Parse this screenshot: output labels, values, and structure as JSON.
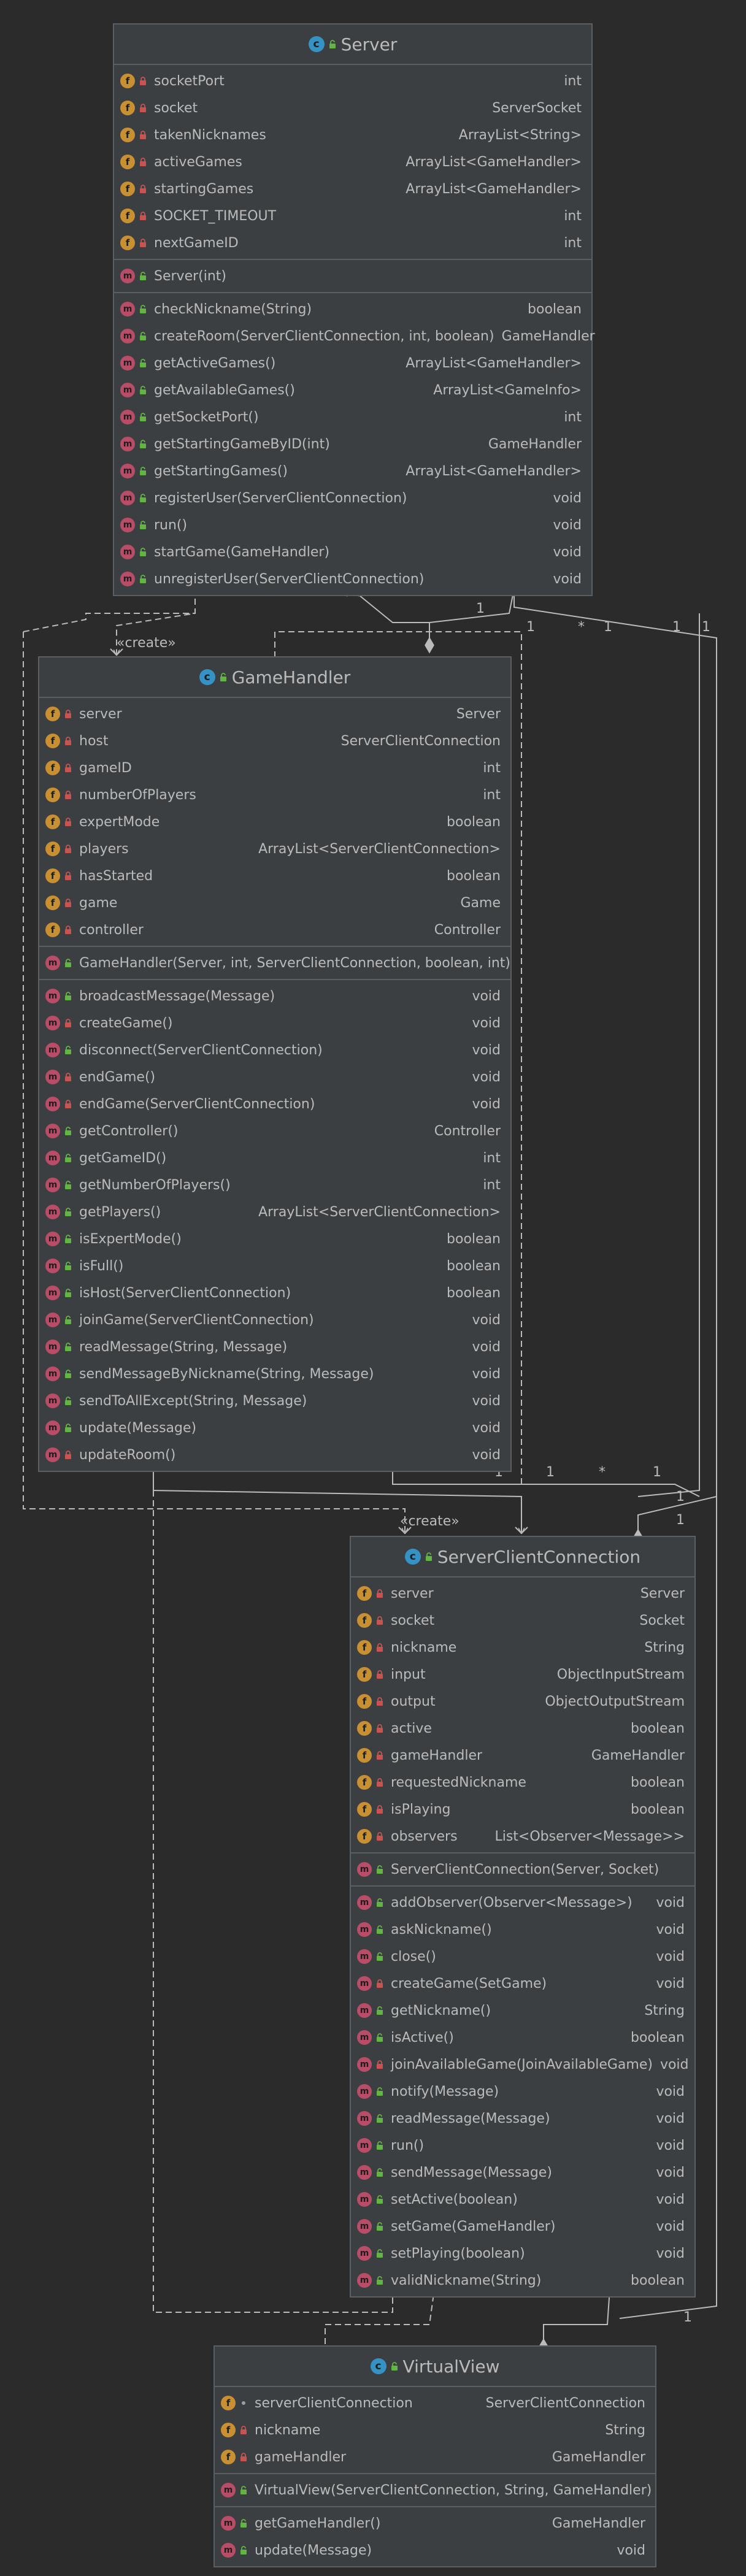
{
  "classes": [
    {
      "title": "Server",
      "fields": [
        {
          "name": "socketPort",
          "type": "int",
          "vis": "private"
        },
        {
          "name": "socket",
          "type": "ServerSocket",
          "vis": "private"
        },
        {
          "name": "takenNicknames",
          "type": "ArrayList<String>",
          "vis": "private"
        },
        {
          "name": "activeGames",
          "type": "ArrayList<GameHandler>",
          "vis": "private"
        },
        {
          "name": "startingGames",
          "type": "ArrayList<GameHandler>",
          "vis": "private"
        },
        {
          "name": "SOCKET_TIMEOUT",
          "type": "int",
          "vis": "private"
        },
        {
          "name": "nextGameID",
          "type": "int",
          "vis": "private"
        }
      ],
      "constructors": [
        {
          "name": "Server(int)",
          "type": "",
          "vis": "public"
        }
      ],
      "methods": [
        {
          "name": "checkNickname(String)",
          "type": "boolean",
          "vis": "public"
        },
        {
          "name": "createRoom(ServerClientConnection, int, boolean)",
          "type": "GameHandler",
          "vis": "public"
        },
        {
          "name": "getActiveGames()",
          "type": "ArrayList<GameHandler>",
          "vis": "public"
        },
        {
          "name": "getAvailableGames()",
          "type": "ArrayList<GameInfo>",
          "vis": "public"
        },
        {
          "name": "getSocketPort()",
          "type": "int",
          "vis": "public"
        },
        {
          "name": "getStartingGameByID(int)",
          "type": "GameHandler",
          "vis": "public"
        },
        {
          "name": "getStartingGames()",
          "type": "ArrayList<GameHandler>",
          "vis": "public"
        },
        {
          "name": "registerUser(ServerClientConnection)",
          "type": "void",
          "vis": "public"
        },
        {
          "name": "run()",
          "type": "void",
          "vis": "public"
        },
        {
          "name": "startGame(GameHandler)",
          "type": "void",
          "vis": "public"
        },
        {
          "name": "unregisterUser(ServerClientConnection)",
          "type": "void",
          "vis": "public"
        }
      ]
    },
    {
      "title": "GameHandler",
      "fields": [
        {
          "name": "server",
          "type": "Server",
          "vis": "private"
        },
        {
          "name": "host",
          "type": "ServerClientConnection",
          "vis": "private"
        },
        {
          "name": "gameID",
          "type": "int",
          "vis": "private"
        },
        {
          "name": "numberOfPlayers",
          "type": "int",
          "vis": "private"
        },
        {
          "name": "expertMode",
          "type": "boolean",
          "vis": "private"
        },
        {
          "name": "players",
          "type": "ArrayList<ServerClientConnection>",
          "vis": "private"
        },
        {
          "name": "hasStarted",
          "type": "boolean",
          "vis": "private"
        },
        {
          "name": "game",
          "type": "Game",
          "vis": "private"
        },
        {
          "name": "controller",
          "type": "Controller",
          "vis": "private"
        }
      ],
      "constructors": [
        {
          "name": "GameHandler(Server, int, ServerClientConnection, boolean, int)",
          "type": "",
          "vis": "public"
        }
      ],
      "methods": [
        {
          "name": "broadcastMessage(Message)",
          "type": "void",
          "vis": "public"
        },
        {
          "name": "createGame()",
          "type": "void",
          "vis": "private"
        },
        {
          "name": "disconnect(ServerClientConnection)",
          "type": "void",
          "vis": "public"
        },
        {
          "name": "endGame()",
          "type": "void",
          "vis": "private"
        },
        {
          "name": "endGame(ServerClientConnection)",
          "type": "void",
          "vis": "private"
        },
        {
          "name": "getController()",
          "type": "Controller",
          "vis": "public"
        },
        {
          "name": "getGameID()",
          "type": "int",
          "vis": "public"
        },
        {
          "name": "getNumberOfPlayers()",
          "type": "int",
          "vis": "public"
        },
        {
          "name": "getPlayers()",
          "type": "ArrayList<ServerClientConnection>",
          "vis": "public"
        },
        {
          "name": "isExpertMode()",
          "type": "boolean",
          "vis": "public"
        },
        {
          "name": "isFull()",
          "type": "boolean",
          "vis": "public"
        },
        {
          "name": "isHost(ServerClientConnection)",
          "type": "boolean",
          "vis": "public"
        },
        {
          "name": "joinGame(ServerClientConnection)",
          "type": "void",
          "vis": "public"
        },
        {
          "name": "readMessage(String, Message)",
          "type": "void",
          "vis": "public"
        },
        {
          "name": "sendMessageByNickname(String, Message)",
          "type": "void",
          "vis": "public"
        },
        {
          "name": "sendToAllExcept(String, Message)",
          "type": "void",
          "vis": "public"
        },
        {
          "name": "update(Message)",
          "type": "void",
          "vis": "public"
        },
        {
          "name": "updateRoom()",
          "type": "void",
          "vis": "private"
        }
      ]
    },
    {
      "title": "ServerClientConnection",
      "fields": [
        {
          "name": "server",
          "type": "Server",
          "vis": "private"
        },
        {
          "name": "socket",
          "type": "Socket",
          "vis": "private"
        },
        {
          "name": "nickname",
          "type": "String",
          "vis": "private"
        },
        {
          "name": "input",
          "type": "ObjectInputStream",
          "vis": "private"
        },
        {
          "name": "output",
          "type": "ObjectOutputStream",
          "vis": "private"
        },
        {
          "name": "active",
          "type": "boolean",
          "vis": "private"
        },
        {
          "name": "gameHandler",
          "type": "GameHandler",
          "vis": "private"
        },
        {
          "name": "requestedNickname",
          "type": "boolean",
          "vis": "private"
        },
        {
          "name": "isPlaying",
          "type": "boolean",
          "vis": "private"
        },
        {
          "name": "observers",
          "type": "List<Observer<Message>>",
          "vis": "private"
        }
      ],
      "constructors": [
        {
          "name": "ServerClientConnection(Server, Socket)",
          "type": "",
          "vis": "public"
        }
      ],
      "methods": [
        {
          "name": "addObserver(Observer<Message>)",
          "type": "void",
          "vis": "public"
        },
        {
          "name": "askNickname()",
          "type": "void",
          "vis": "public"
        },
        {
          "name": "close()",
          "type": "void",
          "vis": "public"
        },
        {
          "name": "createGame(SetGame)",
          "type": "void",
          "vis": "private"
        },
        {
          "name": "getNickname()",
          "type": "String",
          "vis": "public"
        },
        {
          "name": "isActive()",
          "type": "boolean",
          "vis": "public"
        },
        {
          "name": "joinAvailableGame(JoinAvailableGame)",
          "type": "void",
          "vis": "private"
        },
        {
          "name": "notify(Message)",
          "type": "void",
          "vis": "public"
        },
        {
          "name": "readMessage(Message)",
          "type": "void",
          "vis": "public"
        },
        {
          "name": "run()",
          "type": "void",
          "vis": "public"
        },
        {
          "name": "sendMessage(Message)",
          "type": "void",
          "vis": "public"
        },
        {
          "name": "setActive(boolean)",
          "type": "void",
          "vis": "public"
        },
        {
          "name": "setGame(GameHandler)",
          "type": "void",
          "vis": "public"
        },
        {
          "name": "setPlaying(boolean)",
          "type": "void",
          "vis": "public"
        },
        {
          "name": "validNickname(String)",
          "type": "boolean",
          "vis": "public"
        }
      ]
    },
    {
      "title": "VirtualView",
      "fields": [
        {
          "name": "serverClientConnection",
          "type": "ServerClientConnection",
          "vis": "package"
        },
        {
          "name": "nickname",
          "type": "String",
          "vis": "private"
        },
        {
          "name": "gameHandler",
          "type": "GameHandler",
          "vis": "private"
        }
      ],
      "constructors": [
        {
          "name": "VirtualView(ServerClientConnection, String, GameHandler)",
          "type": "",
          "vis": "public"
        }
      ],
      "methods": [
        {
          "name": "getGameHandler()",
          "type": "GameHandler",
          "vis": "public"
        },
        {
          "name": "update(Message)",
          "type": "void",
          "vis": "public"
        }
      ]
    }
  ],
  "relation_labels": {
    "create_1": "«create»",
    "create_2": "«create»",
    "m1": "1",
    "m2": "1",
    "m3": "*",
    "m4": "1",
    "m5": "1",
    "m6": "1",
    "m7": "1",
    "m8": "1",
    "m9": "*",
    "m10": "1",
    "m11": "1",
    "m12": "1",
    "m13": "1",
    "m14": "1",
    "m15": "1"
  },
  "colors": {
    "background": "#2b2b2b",
    "box": "#3c3f41",
    "border": "#5b5f62",
    "class_badge": "#3592c4",
    "field_badge": "#c99032",
    "method_badge": "#b94d67",
    "lock": "#c75450",
    "public": "#62b543",
    "connector": "#bbbbbb"
  }
}
